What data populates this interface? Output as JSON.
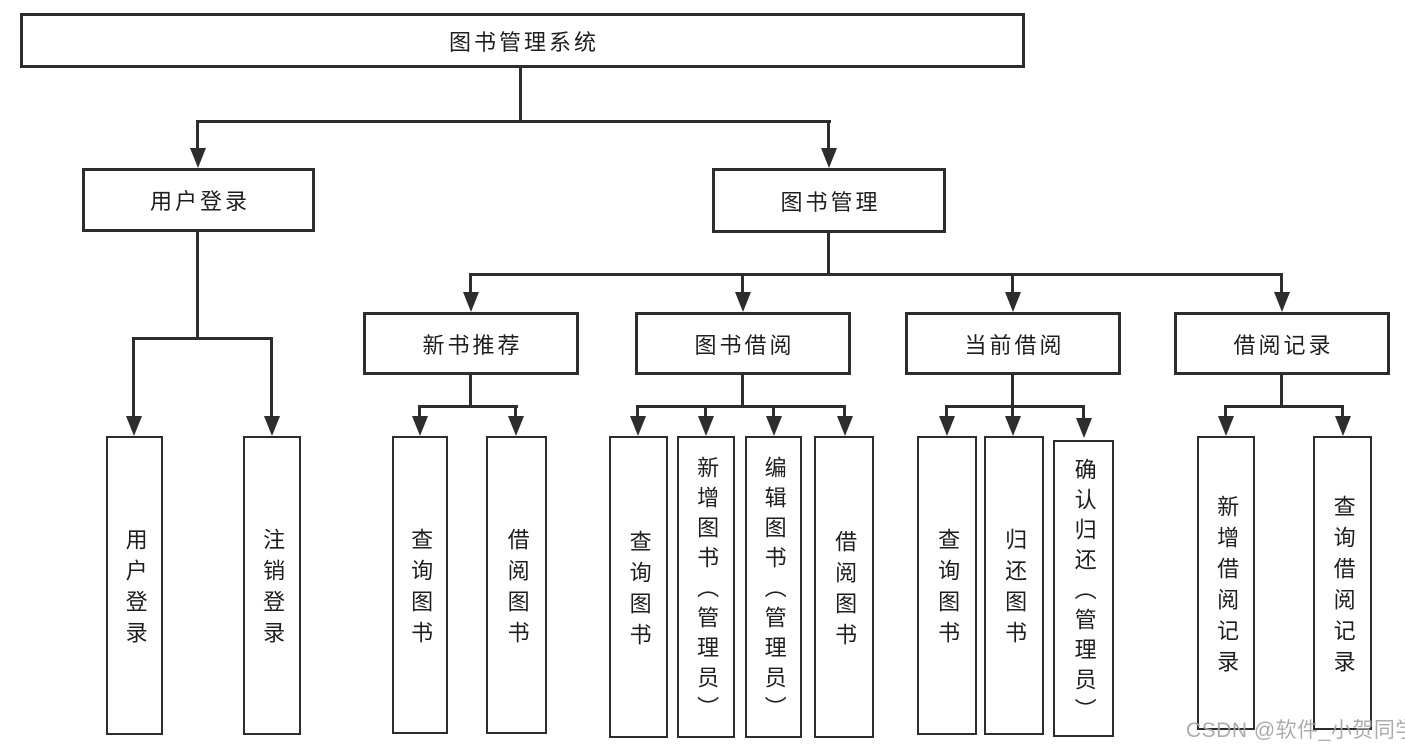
{
  "tree": {
    "root": {
      "label": "图书管理系统",
      "children": [
        {
          "label": "用户登录",
          "children": [
            {
              "label": "用户登录"
            },
            {
              "label": "注销登录"
            }
          ]
        },
        {
          "label": "图书管理",
          "children": [
            {
              "label": "新书推荐",
              "children": [
                {
                  "label": "查询图书"
                },
                {
                  "label": "借阅图书"
                }
              ]
            },
            {
              "label": "图书借阅",
              "children": [
                {
                  "label": "查询图书"
                },
                {
                  "label": "新增图书（管理员）"
                },
                {
                  "label": "编辑图书（管理员）"
                },
                {
                  "label": "借阅图书"
                }
              ]
            },
            {
              "label": "当前借阅",
              "children": [
                {
                  "label": "查询图书"
                },
                {
                  "label": "归还图书"
                },
                {
                  "label": "确认归还（管理员）"
                }
              ]
            },
            {
              "label": "借阅记录",
              "children": [
                {
                  "label": "新增借阅记录"
                },
                {
                  "label": "查询借阅记录"
                }
              ]
            }
          ]
        }
      ]
    }
  },
  "watermark": {
    "text": "CSDN @软件_小贺同学"
  },
  "colors": {
    "line": "#2d2d2d",
    "text": "#1e1e1e",
    "watermark": "#a6a6a6",
    "background": "#ffffff"
  }
}
